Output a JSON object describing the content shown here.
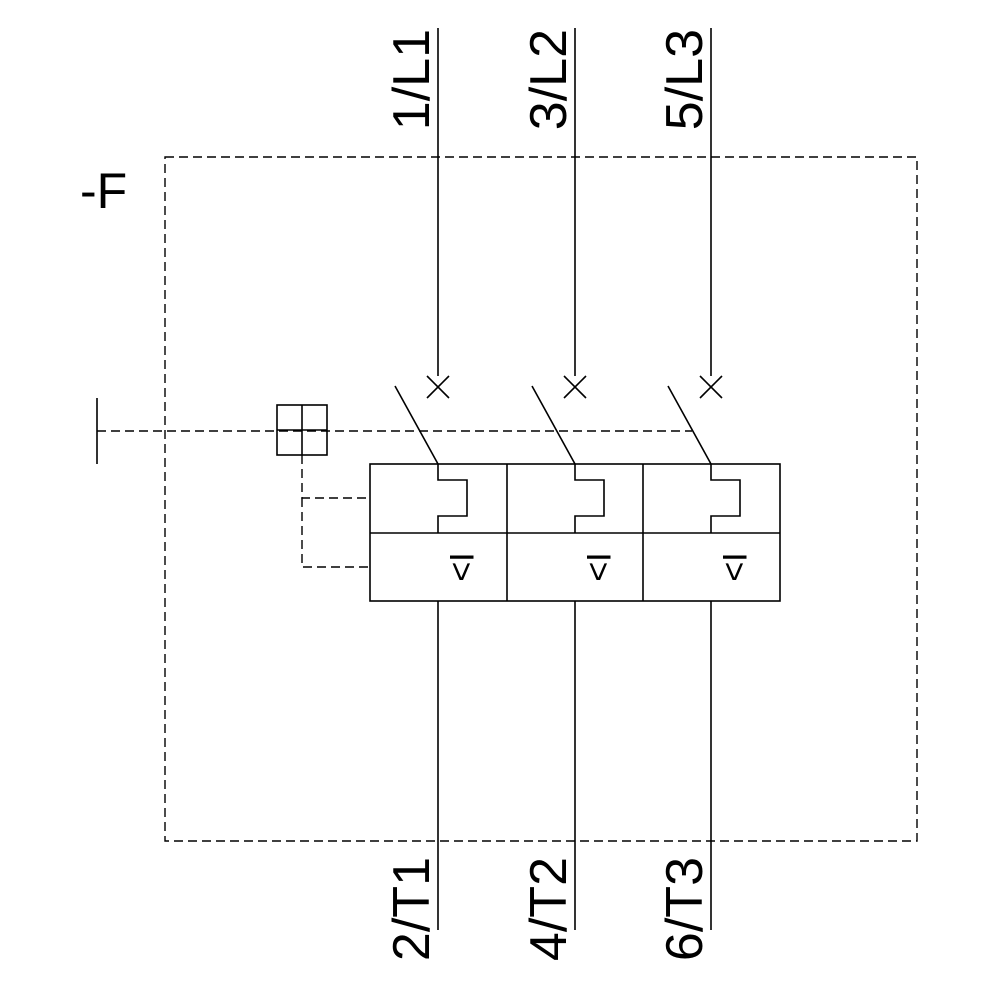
{
  "device": {
    "designation": "-F"
  },
  "terminals": {
    "line": [
      "1/L1",
      "3/L2",
      "5/L3"
    ],
    "load": [
      "2/T1",
      "4/T2",
      "6/T3"
    ]
  },
  "trip_element": {
    "symbol": "I>"
  },
  "icons": {
    "switch_contact": "switch-contact-icon",
    "isolator_cross": "cross-mark-icon",
    "thermal_release": "thermal-overload-icon",
    "magnetic_release": "overcurrent-release-icon",
    "manual_actuator": "manual-actuator-icon"
  }
}
